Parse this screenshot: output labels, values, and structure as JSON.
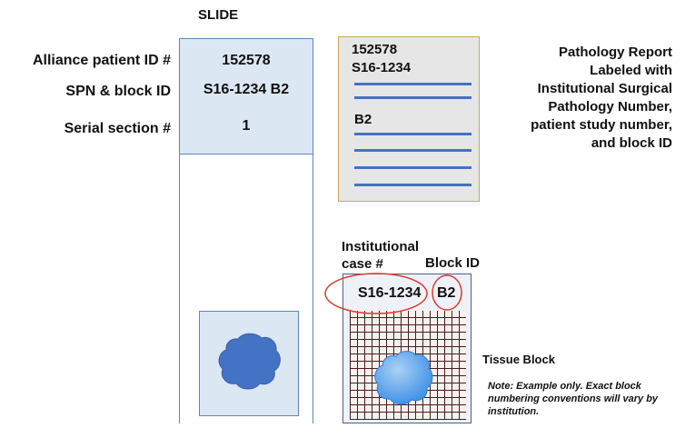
{
  "slide": {
    "title": "SLIDE",
    "patient_id": "152578",
    "spn_block": "S16-1234 B2",
    "serial_section": "1"
  },
  "labels": {
    "patient_id": "Alliance patient ID #",
    "spn_block": "SPN & block ID",
    "serial_section": "Serial section #"
  },
  "report": {
    "line1": "152578",
    "line2": "S16-1234",
    "line3": "B2",
    "description": "Pathology Report\nLabeled with\nInstitutional Surgical\nPathology Number,\npatient study number,\nand block ID"
  },
  "tissue_block": {
    "institutional_label": "Institutional\ncase #",
    "block_id_label": "Block ID",
    "case_number": "S16-1234",
    "block_code": "B2",
    "label": "Tissue Block",
    "note": "Note:  Example only. Exact block numbering conventions will vary by institution."
  },
  "colors": {
    "slide_fill": "#dce7f4",
    "slide_border": "#5e86bf",
    "report_fill": "#e6e6e6",
    "report_border": "#c9a94f",
    "report_lines": "#4472c4",
    "tissue_fill": "#4472c4",
    "highlight_circle": "#e0392e",
    "grid_lines": "#4a1a22"
  }
}
